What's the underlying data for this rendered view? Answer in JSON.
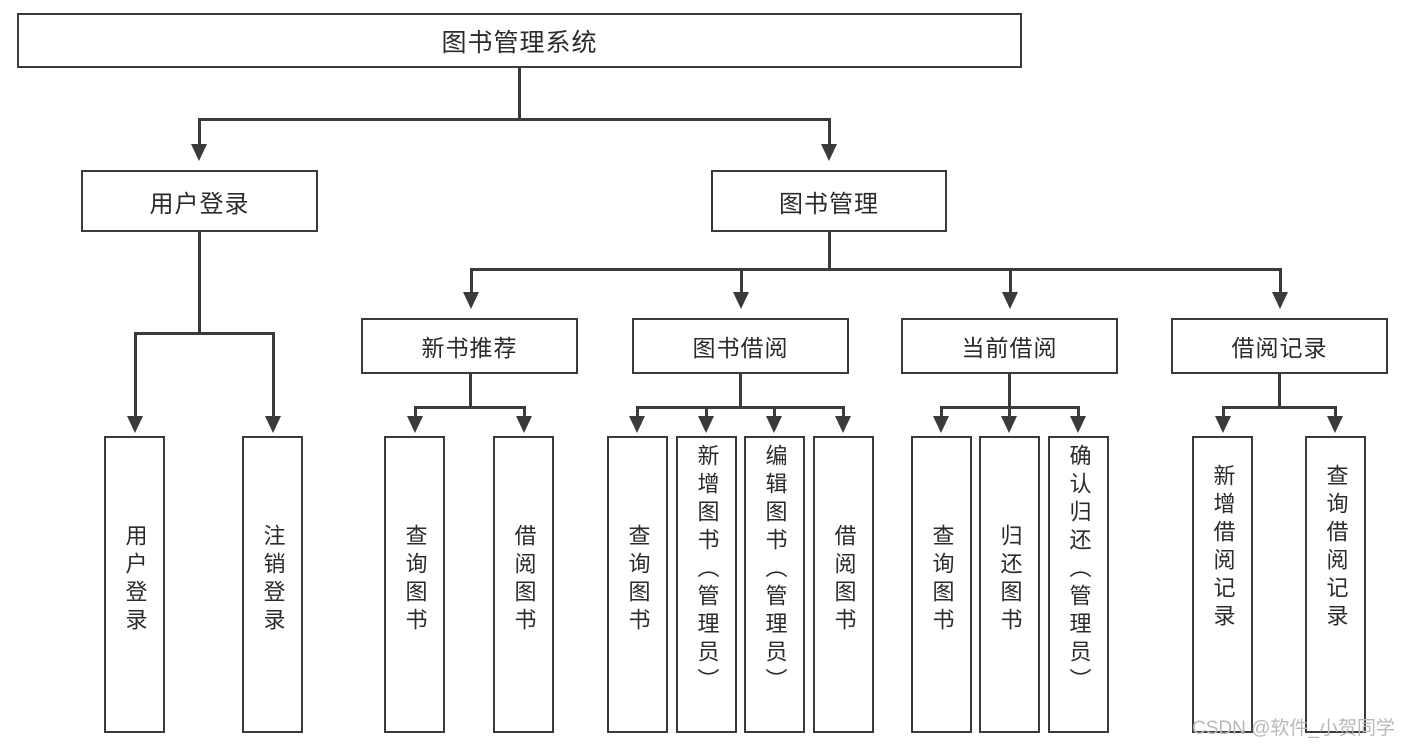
{
  "diagram": {
    "title": "图书管理系统",
    "type": "tree-hierarchy-chart"
  },
  "root": {
    "label": "图书管理系统"
  },
  "level2": [
    {
      "label": "用户登录"
    },
    {
      "label": "图书管理"
    }
  ],
  "level3": [
    {
      "label": "新书推荐"
    },
    {
      "label": "图书借阅"
    },
    {
      "label": "当前借阅"
    },
    {
      "label": "借阅记录"
    }
  ],
  "leaves": {
    "user_login": [
      {
        "label": "用户登录"
      },
      {
        "label": "注销登录"
      }
    ],
    "new_book": [
      {
        "label": "查询图书"
      },
      {
        "label": "借阅图书"
      }
    ],
    "book_borrow": [
      {
        "label": "查询图书"
      },
      {
        "label": "新增图书（管理员）"
      },
      {
        "label": "编辑图书（管理员）"
      },
      {
        "label": "借阅图书"
      }
    ],
    "current_borrow": [
      {
        "label": "查询图书"
      },
      {
        "label": "归还图书"
      },
      {
        "label": "确认归还（管理员）"
      }
    ],
    "borrow_record": [
      {
        "label": "新增借阅记录"
      },
      {
        "label": "查询借阅记录"
      }
    ]
  },
  "watermark": {
    "text": "CSDN @软件_小贺同学"
  },
  "colors": {
    "stroke": "#3a3a3a",
    "text": "#2b2b2b",
    "background": "#ffffff",
    "watermark": "#b9b9b9"
  }
}
